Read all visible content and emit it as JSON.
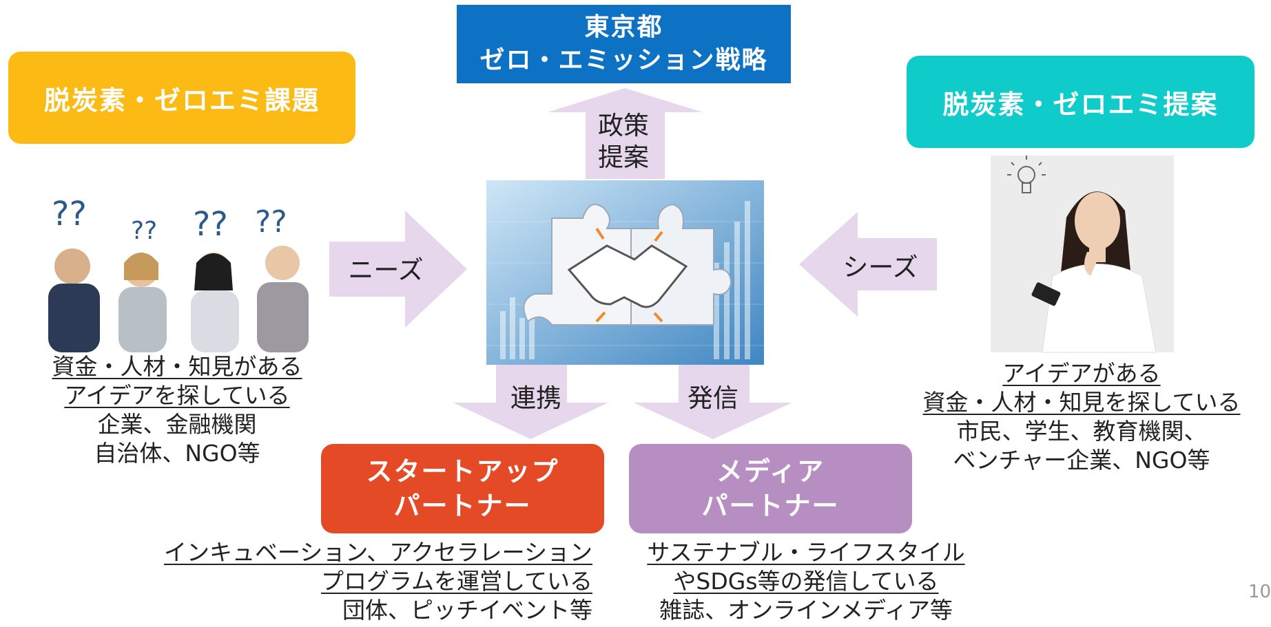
{
  "boxes": {
    "tokyo": {
      "line1": "東京都",
      "line2": "ゼロ・エミッション戦略",
      "color": "#0d72c4"
    },
    "issues": {
      "label": "脱炭素・ゼロエミ課題",
      "color": "#fcbb14"
    },
    "proposals": {
      "label": "脱炭素・ゼロエミ提案",
      "color": "#0fcccb"
    },
    "startup": {
      "line1": "スタートアップ",
      "line2": "パートナー",
      "color": "#e54a27"
    },
    "media": {
      "line1": "メディア",
      "line2": "パートナー",
      "color": "#b68ec1"
    }
  },
  "arrows": {
    "policy": {
      "line1": "政策",
      "line2": "提案"
    },
    "needs": "ニーズ",
    "seeds": "シーズ",
    "collab": "連携",
    "publish": "発信",
    "color": "#e6d7ec"
  },
  "captions": {
    "left": {
      "u1": "資金・人材・知見がある",
      "u2": "アイデアを探している",
      "p1": "企業、金融機関",
      "p2": "自治体、NGO等"
    },
    "right": {
      "u1": "アイデアがある",
      "u2": "資金・人材・知見を探している",
      "p1": "市民、学生、教育機関、",
      "p2": "ベンチャー企業、NGO等"
    },
    "startup": {
      "u1": "インキュベーション、アクセラレーション",
      "u2": "プログラムを運営している",
      "p1": "団体、ピッチイベント等"
    },
    "media": {
      "u1": "サステナブル・ライフスタイル",
      "u2": "やSDGs等の発信している",
      "p1": "雑誌、オンラインメディア等"
    }
  },
  "page_number": "10"
}
